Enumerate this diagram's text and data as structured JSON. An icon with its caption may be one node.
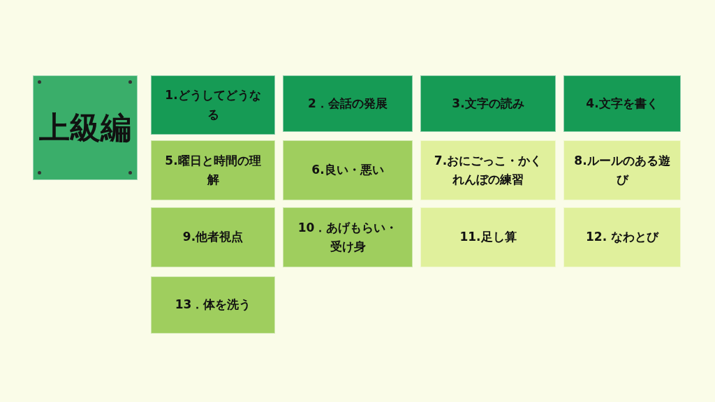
{
  "diagram": {
    "nodes": [
      {
        "text": [
          "上級編"
        ]
      },
      {
        "text": [
          "1.どうしてどうなる"
        ]
      },
      {
        "text": [
          "2．会話の発展"
        ]
      },
      {
        "text": [
          "3.文字の読み"
        ]
      },
      {
        "text": [
          "4.文字を書く"
        ]
      },
      {
        "text": [
          "5.曜日と時間の理解"
        ]
      },
      {
        "text": [
          "6.良い・悪い"
        ]
      },
      {
        "text": [
          "7.おにごっこ・かくれんぼの練習"
        ]
      },
      {
        "text": [
          "8.ルールのある遊び"
        ]
      },
      {
        "text": [
          "9.他者視点"
        ]
      },
      {
        "text": [
          "10．あげもらい・受け身"
        ]
      },
      {
        "text": [
          "11.足し算"
        ]
      },
      {
        "text": [
          "12. なわとび"
        ]
      },
      {
        "text": [
          "13．体を洗う"
        ]
      }
    ]
  }
}
